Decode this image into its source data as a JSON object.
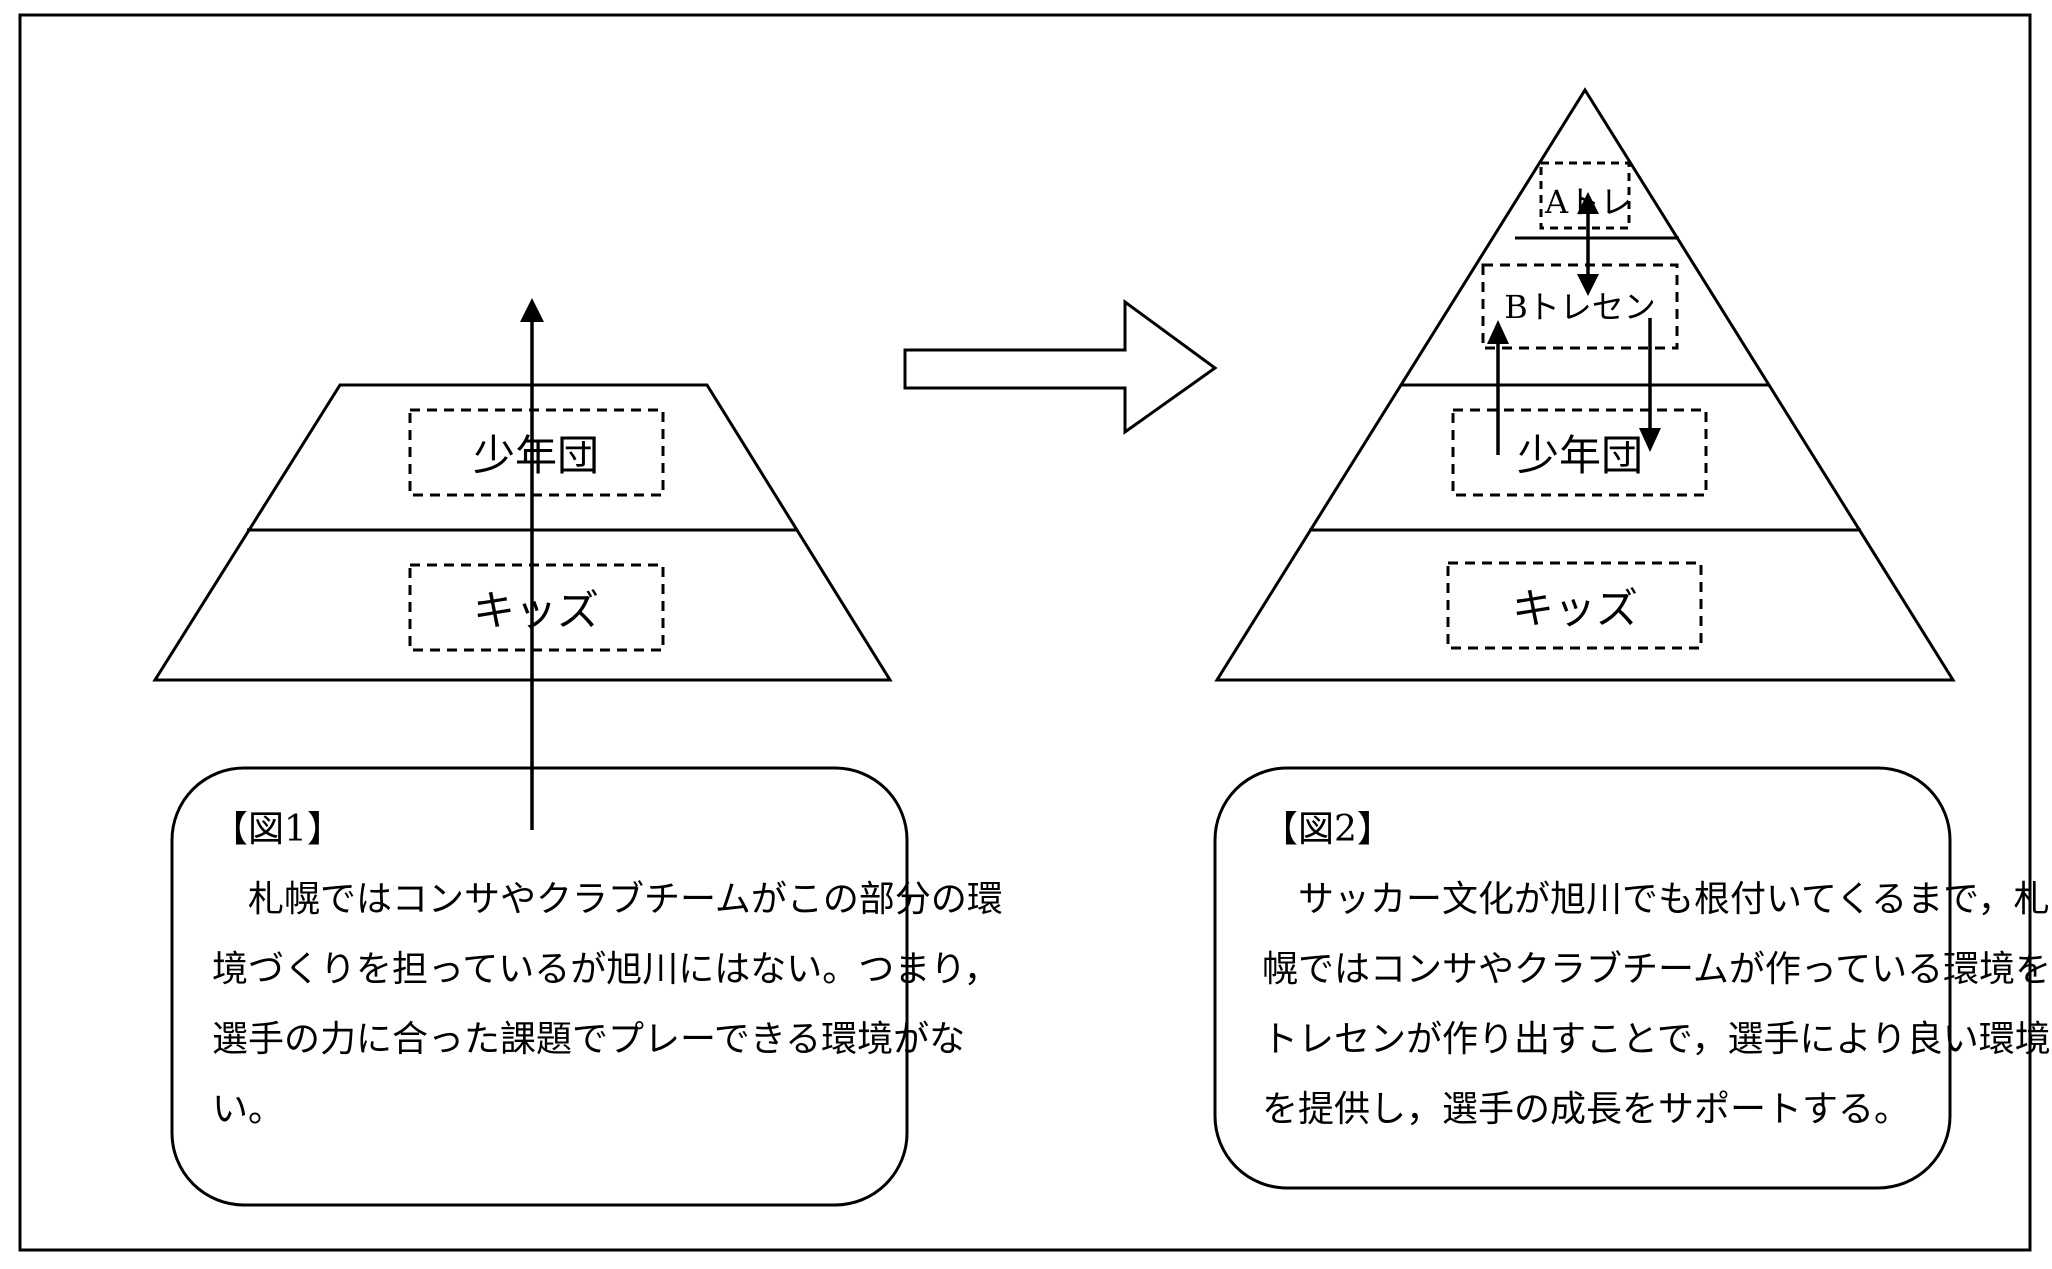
{
  "figure1": {
    "title": "【図1】",
    "layer_top": "少年団",
    "layer_bottom": "キッズ",
    "caption_lines": [
      "　札幌ではコンサやクラブチームがこの部分の環",
      "境づくりを担っているが旭川にはない。つまり，",
      "選手の力に合った課題でプレーできる環境がな",
      "い。"
    ]
  },
  "figure2": {
    "title": "【図2】",
    "layer_a": "Aトレ",
    "layer_b": "Bトレセン",
    "layer_c": "少年団",
    "layer_d": "キッズ",
    "caption_lines": [
      "　サッカー文化が旭川でも根付いてくるまで，札",
      "幌ではコンサやクラブチームが作っている環境を",
      "トレセンが作り出すことで，選手により良い環境",
      "を提供し，選手の成長をサポートする。"
    ]
  }
}
